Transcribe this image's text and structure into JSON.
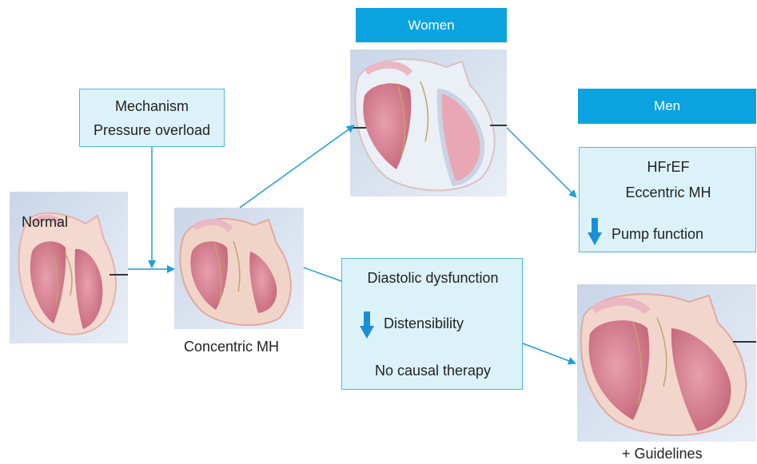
{
  "mechanism": {
    "line1": "Mechanism",
    "line2": "Pressure overload"
  },
  "normal": {
    "label": "Normal"
  },
  "concentric": {
    "label": "Concentric MH"
  },
  "women": {
    "header": "Women"
  },
  "men": {
    "header": "Men",
    "line1": "HFrEF",
    "line2": "Eccentric MH",
    "pump": "Pump function"
  },
  "diastolic": {
    "title": "Diastolic dysfunction",
    "distensibility": "Distensibility",
    "therapy": "No causal therapy"
  },
  "guidelines": {
    "label": "+ Guidelines"
  },
  "colors": {
    "header_blue": "#0aa3e0",
    "box_fill": "#dcf2f9",
    "box_border": "#4fb7de",
    "arrow": "#1e9fd6",
    "decrease_arrow": "#1a8fd8"
  }
}
